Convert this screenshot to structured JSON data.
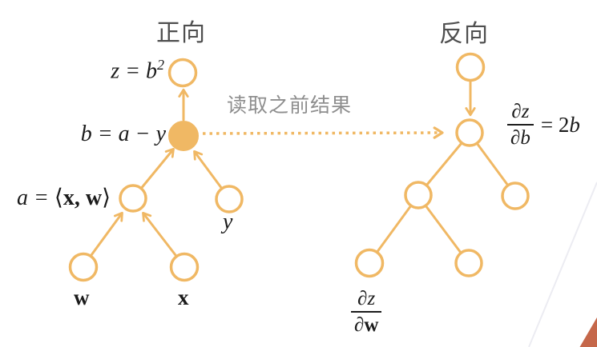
{
  "titles": {
    "forward": "正向",
    "backward": "反向"
  },
  "annotation": "读取之前结果",
  "forward": {
    "z_base": "z = b",
    "z_sup": "2",
    "b": "b = a − y",
    "a_var": "a",
    "a_eq": " = ",
    "a_open": "⟨",
    "a_vec": "x, w",
    "a_close": "⟩",
    "y": "y",
    "w": "w",
    "x": "x"
  },
  "backward": {
    "db_num": "∂z",
    "db_den": "∂b",
    "db_rhs_pre": "= 2",
    "db_rhs_var": "b",
    "dw_num": "∂z",
    "dw_den_pre": "∂",
    "dw_den_var": "w"
  },
  "colors": {
    "accent_orange": "#F0B864",
    "title_text": "#4F4F4F",
    "annotation_text": "#8E8E8E",
    "math_text": "#1B1B1B",
    "corner_triangle": "#C5674A"
  }
}
